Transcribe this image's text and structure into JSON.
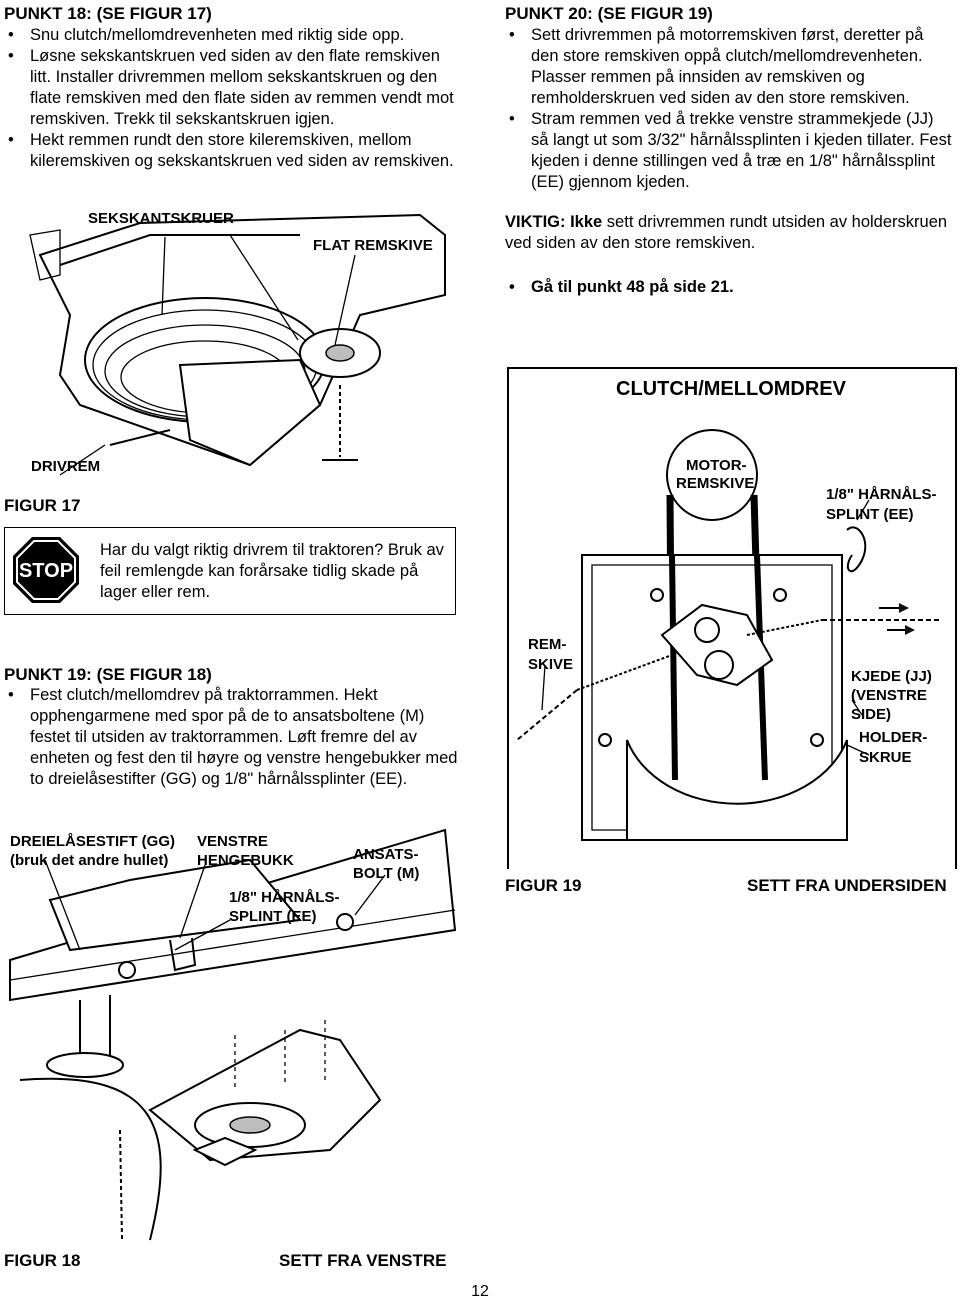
{
  "left": {
    "p18_title": "PUNKT 18:  (SE FIGUR 17)",
    "p18_bullets": [
      "Snu clutch/mellomdrevenheten med riktig side opp.",
      "Løsne sekskantskruen ved siden av den flate remskiven litt. Installer drivremmen mellom sekskantskruen og den flate remskiven med den flate siden av remmen vendt mot remskiven. Trekk til sekskantskruen igjen.",
      "Hekt remmen rundt den store kileremskiven, mellom kileremskiven og sekskantskruen ved siden av remskiven."
    ],
    "fig17": {
      "label_sekskant": "SEKSKANTSKRUER",
      "label_flat": "FLAT REMSKIVE",
      "label_drivrem": "DRIVREM",
      "caption": "FIGUR 17"
    },
    "stop": {
      "sign": "STOP",
      "text": "Har du valgt riktig drivrem til traktoren? Bruk av feil remlengde kan forårsake tidlig skade på lager eller rem."
    },
    "p19_title": "PUNKT 19:  (SE FIGUR 18)",
    "p19_bullet": "Fest clutch/mellomdrev på traktorrammen. Hekt opphengarmene med spor på de to ansatsboltene (M) festet til utsiden av traktorrammen. Løft fremre del av enheten og fest den til høyre og venstre hengebukker med to dreielåsestifter (GG) og 1/8\" hårnålssplinter (EE).",
    "fig18": {
      "label_dreie_1": "DREIELÅSESTIFT (GG)",
      "label_dreie_2": "(bruk det andre hullet)",
      "label_venstre_1": "VENSTRE",
      "label_venstre_2": "HENGEBUKK",
      "label_ansats_1": "ANSATS-",
      "label_ansats_2": "BOLT (M)",
      "label_splint_1": "1/8\" HÅRNÅLS-",
      "label_splint_2": "SPLINT (EE)",
      "caption": "FIGUR 18",
      "view": "SETT FRA VENSTRE"
    }
  },
  "right": {
    "p20_title": "PUNKT 20:  (SE FIGUR 19)",
    "p20_bullets": [
      "Sett drivremmen på motorremskiven først, deretter på den store remskiven oppå clutch/mellomdrevenheten. Plasser remmen på innsiden av remskiven og remholderskruen ved siden av den store remskiven.",
      "Stram remmen ved å trekke venstre strammekjede (JJ) så langt ut som 3/32\" hårnålssplinten i kjeden tillater. Fest kjeden i denne stillingen ved å træ en 1/8\" hårnålssplint (EE) gjennom kjeden."
    ],
    "viktig_label": "VIKTIG:",
    "viktig_bold": "Ikke",
    "viktig_text": " sett drivremmen rundt utsiden av holderskruen ved siden av den store remskiven.",
    "goto": "Gå til punkt 48 på side 21.",
    "fig19": {
      "box_title": "CLUTCH/MELLOMDREV",
      "label_motor_1": "MOTOR-",
      "label_motor_2": "REMSKIVE",
      "label_splint_1": "1/8\" HÅRNÅLS-",
      "label_splint_2": "SPLINT (EE)",
      "label_rem_1": "REM-",
      "label_rem_2": "SKIVE",
      "label_kjede_1": "KJEDE (JJ)",
      "label_kjede_2": "(VENSTRE",
      "label_kjede_3": "SIDE)",
      "label_holder_1": "HOLDER-",
      "label_holder_2": "SKRUE",
      "caption": "FIGUR 19",
      "view": "SETT FRA UNDERSIDEN"
    }
  },
  "page_number": "12"
}
